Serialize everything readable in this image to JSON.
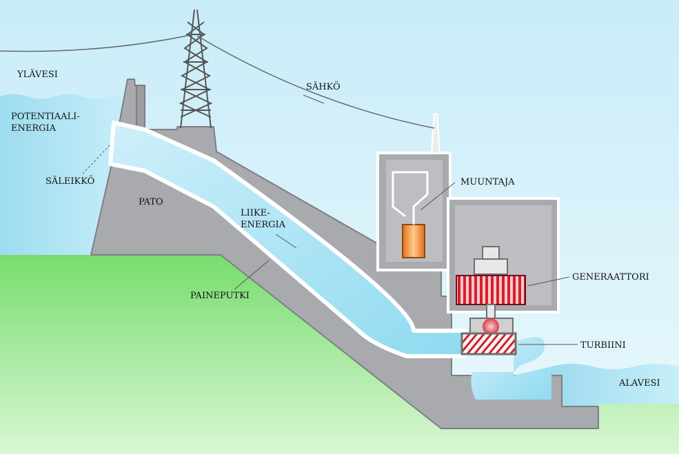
{
  "labels": {
    "upper_water": "YLÄVESI",
    "potential_energy_1": "POTENTIAALI-",
    "potential_energy_2": "ENERGIA",
    "trash_rack": "SÄLEIKKÖ",
    "dam": "PATO",
    "electricity": "SÄHKÖ",
    "kinetic_energy_1": "LIIKE-",
    "kinetic_energy_2": "ENERGIA",
    "penstock": "PAINEPUTKI",
    "transformer": "MUUNTAJA",
    "generator": "GENERAATTORI",
    "turbine": "TURBIINI",
    "lower_water": "ALAVESI"
  },
  "colors": {
    "sky": "#dff3fb",
    "water": "#bfe9f6",
    "concrete": "#a7a9ac",
    "ground": "#7ee07c",
    "generator_red": "#d4202c",
    "transformer_orange": "#f08a2a"
  }
}
